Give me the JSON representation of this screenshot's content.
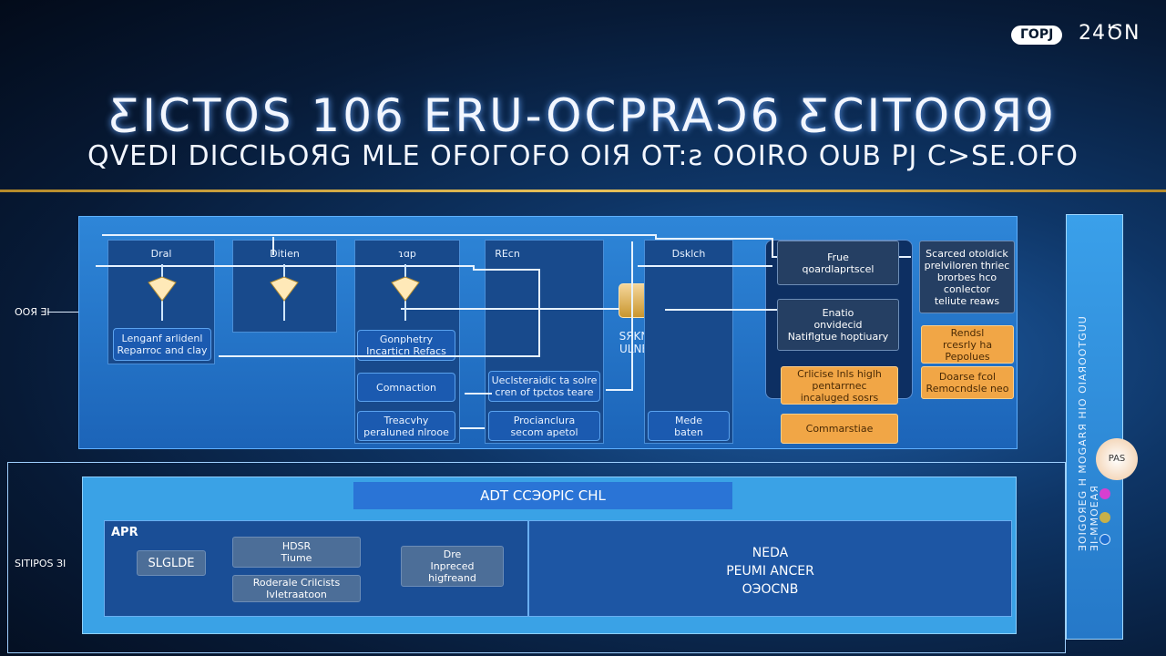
{
  "header": {
    "badge": "ГОРЈ",
    "badge_number": "24ԾN",
    "title": "ƸICTOS 106 ERU-OCPRAϽ6 ƸCITOOЯ9",
    "subtitle": "QVEDI DICCIЬOЯG MLE OFOГOFO OIЯ OT:ƨ OOIRO OUB PJ C>SE.OFO"
  },
  "top_panel": {
    "left_label": "OOЯ ƎI",
    "col1": {
      "head": "Dral",
      "card": "Lenganf arlidenl\nReparroc and clay"
    },
    "col2": {
      "head": "Ditien"
    },
    "col3": {
      "head": "ɿɑp",
      "card1": "Gonphetry\nIncarticn Refacs",
      "card2": "Comnaction",
      "card3": "Treacvhy\nperaluned nlrooe"
    },
    "col4": {
      "head": "REcn",
      "card1": "Ueclsteraidic ta solre\ncren of tpctos teare",
      "card2": "Procianclura\nsecom apetol"
    },
    "chip_label": "SЯKN\nULNE",
    "col5": {
      "head": "Dsklch",
      "card": "Mede\nbaten"
    },
    "group": {
      "box1": "Frue\nqoardlaprtscel",
      "box2": "Enatio\nonvidecid\nNatiflgtue hoptiuary",
      "box3": "Crlicise lnls higlh\npentarrnec\nincaluged sosrs",
      "box4": "Commarstiae"
    },
    "right": {
      "box1": "Scarced otoldick\nprelviloren thriec\nbrorbes hco\nconlector\nteliute reaws",
      "box2": "Rendsl\nrcesrly ha\nPepolues",
      "box3": "Doarse fcol\nRemocndsle neo"
    }
  },
  "bottom_panel": {
    "left_label": "SITIPOS ЗI",
    "header": "ADT CCЭOPIC CHL",
    "apr": "APR",
    "sl": "SLGLDE",
    "b1": "HDSR\nTiume",
    "b2": "Roderale Crilcists\nIvletraatoon",
    "b3": "Dre\nInpreced\nhigfreand",
    "right": "NEDA\nPEUMI ANCER\nOЭOCNB"
  },
  "side_panel": {
    "vertical_text": "ƎOIGOЯEG H MOGARЯ HIO OIAЯOOTGUU ƎI-MMOEAЯ",
    "circle_label": "PAS"
  },
  "colors": {
    "accent_gold": "#e7c15a",
    "orange": "#f1a646",
    "purple_dot": "#d63fd0",
    "yellow_dot": "#c8b04a",
    "blue_dot": "#1e6fd0"
  }
}
